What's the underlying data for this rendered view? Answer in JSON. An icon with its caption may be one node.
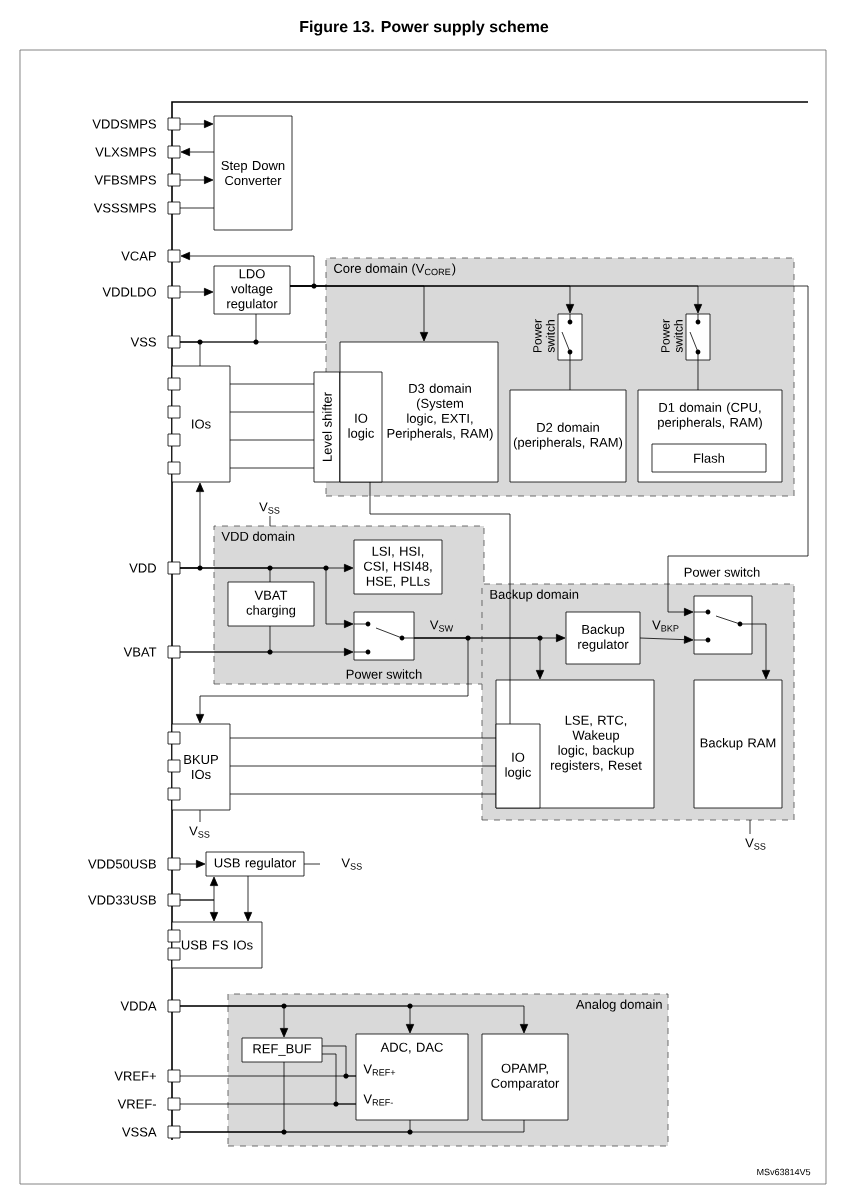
{
  "diagram": {
    "title": "Figure 13. Power supply scheme",
    "nodes": [
      {
        "text": [],
        "shape": "box",
        "beside": [
          "VDDSMPS"
        ]
      },
      {
        "text": [],
        "shape": "box",
        "beside": [
          "VLXSMPS"
        ]
      },
      {
        "text": [],
        "shape": "box",
        "beside": [
          "VFBSMPS"
        ]
      },
      {
        "text": [],
        "shape": "box",
        "beside": [
          "VSSSMPS"
        ]
      },
      {
        "text": [
          "Step Down Converter"
        ]
      },
      {
        "text": [],
        "shape": "box",
        "beside": [
          "VCAP"
        ]
      },
      {
        "text": [],
        "shape": "box",
        "beside": [
          "VDDLDO"
        ]
      },
      {
        "text": [
          "LDO voltage regulator"
        ]
      },
      {
        "text": [],
        "shape": "box",
        "beside": [
          "VSS"
        ]
      },
      {
        "text": [
          "IOs"
        ]
      },
      {
        "text": [],
        "shape": "box"
      },
      {
        "text": [],
        "shape": "box"
      },
      {
        "text": [],
        "shape": "box"
      },
      {
        "text": [],
        "shape": "box"
      },
      {
        "text": [
          "Core domain (V$_{CORE}$)"
        ]
      },
      {
        "text": [
          "Level shifter"
        ]
      },
      {
        "text": [
          "D3 domain (System logic, EXTI, Peripherals, RAM)"
        ],
        "in": 14
      },
      {
        "text": [
          "IO logic"
        ],
        "in": 16
      },
      {
        "text": [],
        "shape": "box",
        "beside": [
          "Power switch"
        ],
        "in": 14
      },
      {
        "text": [],
        "shape": "box",
        "beside": [
          "Power switch"
        ],
        "in": 14
      },
      {
        "text": [
          "D2 domain (peripherals, RAM)"
        ],
        "in": 14
      },
      {
        "text": [
          "D1 domain (CPU, peripherals, RAM)"
        ],
        "in": 14
      },
      {
        "text": [
          "Flash"
        ],
        "in": 21
      },
      {
        "text": [],
        "shape": "box",
        "beside": [
          "VDD"
        ]
      },
      {
        "text": [],
        "shape": "box",
        "beside": [
          "VBAT"
        ]
      },
      {
        "text": [
          "VDD domain"
        ]
      },
      {
        "text": [
          "LSI, HSI, CSI, HSI48, HSE, PLLs"
        ],
        "in": 25
      },
      {
        "text": [
          "VBAT charging"
        ],
        "in": 25
      },
      {
        "text": [],
        "shape": "box",
        "beside": [
          "Power switch"
        ],
        "in": 25
      },
      {
        "text": [
          "Backup domain"
        ]
      },
      {
        "text": [
          "Backup regulator"
        ],
        "in": 29
      },
      {
        "text": [],
        "shape": "box",
        "beside": [
          "Power switch"
        ],
        "in": 29
      },
      {
        "text": [
          "LSE, RTC, Wakeup logic, backup registers, Reset"
        ],
        "in": 29
      },
      {
        "text": [
          "IO logic"
        ],
        "in": 32
      },
      {
        "text": [
          "Backup RAM"
        ],
        "in": 29
      },
      {
        "text": [
          "BKUP IOs"
        ]
      },
      {
        "text": [],
        "shape": "box"
      },
      {
        "text": [],
        "shape": "box"
      },
      {
        "text": [],
        "shape": "box"
      },
      {
        "text": [],
        "shape": "box",
        "beside": [
          "VDD50USB"
        ]
      },
      {
        "text": [],
        "shape": "box",
        "beside": [
          "VDD33USB"
        ]
      },
      {
        "text": [
          "USB regulator"
        ]
      },
      {
        "text": [
          "USB FS IOs"
        ]
      },
      {
        "text": [],
        "shape": "box"
      },
      {
        "text": [],
        "shape": "box"
      },
      {
        "text": [],
        "shape": "box",
        "beside": [
          "VDDA"
        ]
      },
      {
        "text": [],
        "shape": "box",
        "beside": [
          "VREF+"
        ]
      },
      {
        "text": [],
        "shape": "box",
        "beside": [
          "VREF-"
        ]
      },
      {
        "text": [],
        "shape": "box",
        "beside": [
          "VSSA"
        ]
      },
      {
        "text": [
          "Analog domain"
        ]
      },
      {
        "text": [
          "REF_BUF"
        ],
        "in": 49
      },
      {
        "text": [
          "ADC, DAC",
          "V$_{REF+}$",
          "V$_{REF-}$"
        ],
        "in": 49
      },
      {
        "text": [
          "OPAMP, Comparator"
        ],
        "in": 49
      }
    ],
    "edges": [
      {
        "from": 0,
        "to": 4,
        "arrow": "to"
      },
      {
        "from": 4,
        "to": 1,
        "arrow": "to"
      },
      {
        "from": 2,
        "to": 4,
        "arrow": "to"
      },
      {
        "from": 3,
        "to": 4,
        "arrow": "none"
      },
      {
        "from": 6,
        "to": 7,
        "arrow": "to"
      },
      {
        "from": 7,
        "to": 14,
        "arrow": "none"
      },
      {
        "from": 7,
        "to": 5,
        "arrow": "to"
      },
      {
        "from": 8,
        "to": 7,
        "arrow": "none"
      },
      {
        "from": 8,
        "to": 14,
        "arrow": "none"
      },
      {
        "from": 8,
        "to": 9,
        "arrow": "none"
      },
      {
        "from": 9,
        "to": 15,
        "arrow": "none"
      },
      {
        "from": 9,
        "to": 15,
        "arrow": "none"
      },
      {
        "from": 9,
        "to": 15,
        "arrow": "none"
      },
      {
        "from": 9,
        "to": 15,
        "arrow": "none"
      },
      {
        "from": 7,
        "to": 16,
        "arrow": "to"
      },
      {
        "from": 7,
        "to": 18,
        "arrow": "to"
      },
      {
        "from": 7,
        "to": 19,
        "arrow": "to"
      },
      {
        "from": 18,
        "to": 20,
        "arrow": "none"
      },
      {
        "from": 19,
        "to": 21,
        "arrow": "none"
      },
      {
        "from": 23,
        "to": 26,
        "arrow": "to"
      },
      {
        "from": 23,
        "to": 9,
        "arrow": "to"
      },
      {
        "from": 23,
        "to": 27,
        "arrow": "none"
      },
      {
        "from": 23,
        "to": 28,
        "arrow": "to"
      },
      {
        "from": 24,
        "to": 28,
        "arrow": "to"
      },
      {
        "from": 24,
        "to": 27,
        "arrow": "none"
      },
      {
        "from": 28,
        "to": 30,
        "arrow": "to",
        "label": "V$_{SW}$"
      },
      {
        "from": 28,
        "to": 32,
        "arrow": "to"
      },
      {
        "from": 28,
        "to": 35,
        "arrow": "to"
      },
      {
        "from": 30,
        "to": 31,
        "arrow": "to",
        "label": "V$_{BKP}$"
      },
      {
        "from": 7,
        "to": 31,
        "arrow": "to"
      },
      {
        "from": 31,
        "to": 34,
        "arrow": "to"
      },
      {
        "from": 17,
        "to": 33,
        "arrow": "none"
      },
      {
        "from": 35,
        "to": 33,
        "arrow": "none"
      },
      {
        "from": 35,
        "to": 33,
        "arrow": "none"
      },
      {
        "from": 35,
        "to": 33,
        "arrow": "none"
      },
      {
        "from": 39,
        "to": 41,
        "arrow": "to"
      },
      {
        "from": 40,
        "to": 41,
        "arrow": "to"
      },
      {
        "from": 40,
        "to": 42,
        "arrow": "to"
      },
      {
        "from": 41,
        "to": 42,
        "arrow": "to"
      },
      {
        "from": 45,
        "to": 50,
        "arrow": "to"
      },
      {
        "from": 45,
        "to": 51,
        "arrow": "to"
      },
      {
        "from": 45,
        "to": 52,
        "arrow": "to"
      },
      {
        "from": 46,
        "to": 51,
        "arrow": "none"
      },
      {
        "from": 47,
        "to": 51,
        "arrow": "none"
      },
      {
        "from": 50,
        "to": 51,
        "arrow": "none"
      },
      {
        "from": 50,
        "to": 51,
        "arrow": "none"
      },
      {
        "from": 48,
        "to": 50,
        "arrow": "none"
      },
      {
        "from": 48,
        "to": 51,
        "arrow": "none"
      },
      {
        "from": 48,
        "to": 52,
        "arrow": "none"
      }
    ],
    "labels": [
      "V$_{SS}$",
      "V$_{SS}$",
      "V$_{SS}$",
      "V$_{SS}$",
      "MSv63814V5"
    ]
  }
}
